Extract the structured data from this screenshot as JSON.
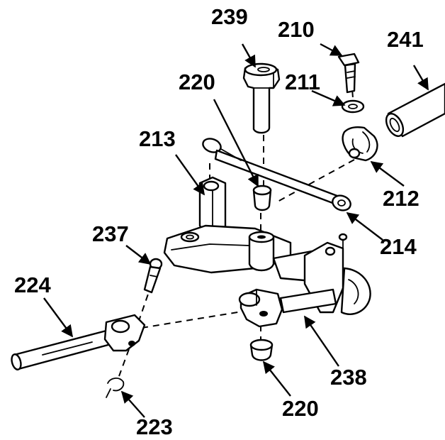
{
  "diagram": {
    "callouts": [
      {
        "id": "239",
        "label": "239"
      },
      {
        "id": "210",
        "label": "210"
      },
      {
        "id": "241",
        "label": "241"
      },
      {
        "id": "220_top",
        "label": "220"
      },
      {
        "id": "211",
        "label": "211"
      },
      {
        "id": "213",
        "label": "213"
      },
      {
        "id": "212",
        "label": "212"
      },
      {
        "id": "214",
        "label": "214"
      },
      {
        "id": "237",
        "label": "237"
      },
      {
        "id": "224",
        "label": "224"
      },
      {
        "id": "238",
        "label": "238"
      },
      {
        "id": "220_bottom",
        "label": "220"
      },
      {
        "id": "223",
        "label": "223"
      }
    ]
  }
}
